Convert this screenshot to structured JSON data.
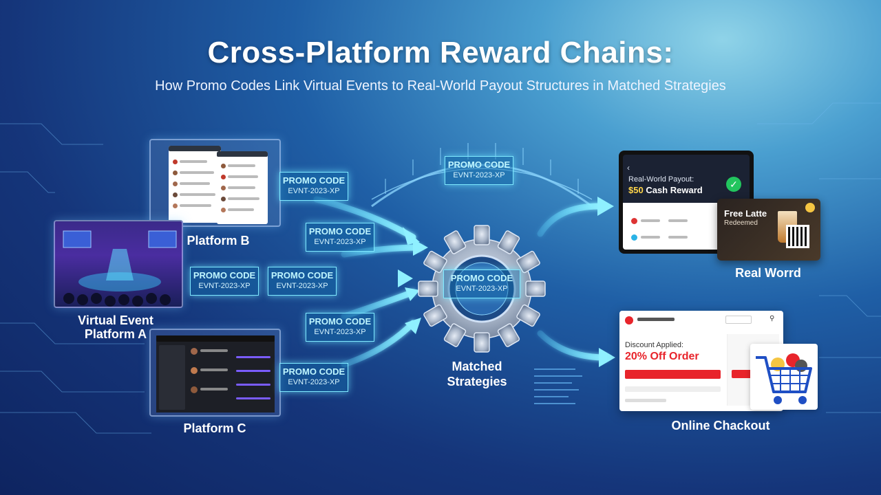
{
  "title": "Cross-Platform Reward Chains:",
  "subtitle": "How Promo Codes Link Virtual Events to Real-World Payout Structures in Matched Strategies",
  "promo_label": "PROMO CODE",
  "promo_code": "EVNT-2023-XP",
  "platforms": {
    "a": "Virtual Event Platform A",
    "b": "Platform B",
    "c": "Platform C"
  },
  "hub_label": "Matched Strategies",
  "outputs": {
    "real_world_label": "Real Worrd",
    "checkout_label": "Online Chackout",
    "payout_title": "Real-World Payout:",
    "payout_amount": "$50",
    "payout_text": "Cash Reward",
    "latte_title": "Free Latte",
    "latte_status": "Redeemed",
    "discount_title": "Discount Applied:",
    "discount_text": "20% Off Order"
  },
  "colors": {
    "accent_cyan": "#7fe9ff",
    "checkout_red": "#e8242b",
    "success_green": "#22c55e"
  }
}
